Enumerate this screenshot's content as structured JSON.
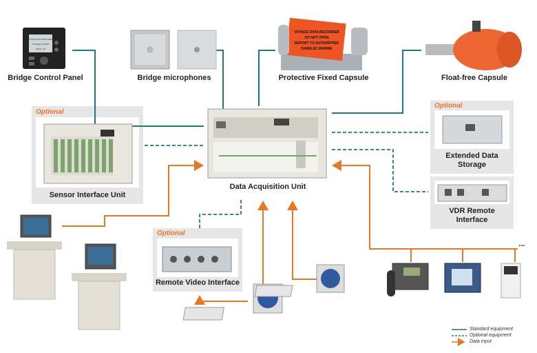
{
  "components": {
    "bridge_control_panel": "Bridge Control Panel",
    "bridge_microphones": "Bridge microphones",
    "protective_fixed_capsule": "Protective Fixed Capsule",
    "float_free_capsule": "Float-free Capsule",
    "data_acquisition_unit": "Data Acquisition Unit",
    "sensor_interface_unit": "Sensor Interface Unit",
    "extended_data_storage": "Extended Data Storage",
    "vdr_remote_interface": "VDR Remote Interface",
    "remote_video_interface": "Remote Video Interface",
    "more": "..."
  },
  "optional_label": "Optional",
  "capsule_text": [
    "VOYAGE DATA RECORDER",
    "DO NOT OPEN",
    "REPORT TO AUTHORITIES",
    "DANELEC MARINE"
  ],
  "panel_screen_text": [
    "VOYAGE DATA RECORDER",
    "DANELEC DM100",
    "Status: OK"
  ],
  "legend": {
    "standard": "Standard equipment",
    "optional": "Optional equipment",
    "data_input": "Data input"
  },
  "colors": {
    "standard": "#1a7a8a",
    "optional": "#1a7a8a",
    "data_input": "#e87722",
    "optional_text": "#e87722",
    "panel_bg": "#e6e6e6"
  }
}
